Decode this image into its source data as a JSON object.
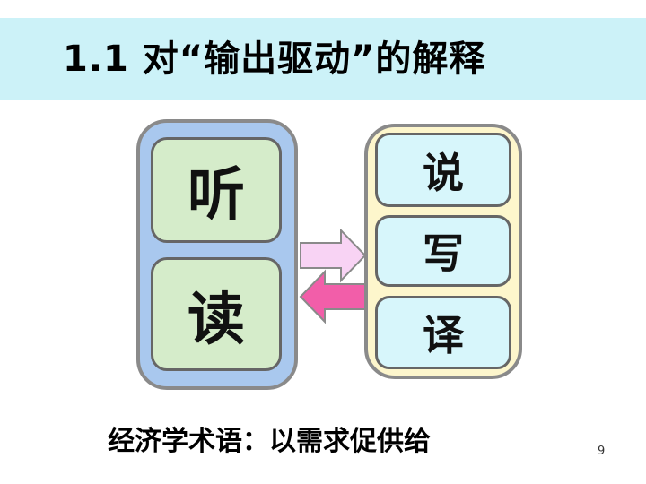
{
  "title": "1.1 对“输出驱动”的解释",
  "input_skills": [
    "听",
    "读"
  ],
  "output_skills": [
    "说",
    "写",
    "译"
  ],
  "footer": "经济学术语：以需求促供给",
  "page_number": "9",
  "colors": {
    "title_bar": "#ccf2f8",
    "input_panel": "#a9c8ee",
    "input_box": "#d5ecca",
    "output_panel": "#fdf6cc",
    "output_box": "#d7f6fb",
    "arrow_forward": "#f8d3f4",
    "arrow_back": "#f25ea9"
  }
}
